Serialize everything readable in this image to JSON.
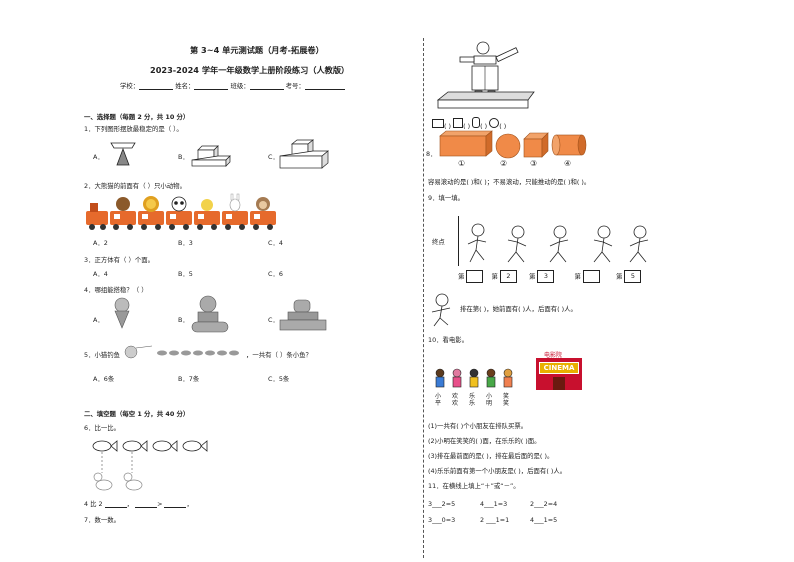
{
  "header": {
    "title": "第 3~4 单元测试题（月考-拓展卷）",
    "subtitle": "2023-2024 学年一年级数学上册阶段练习（人教版）",
    "fields": [
      "学校：",
      "姓名：",
      "班级：",
      "考号："
    ]
  },
  "section1": {
    "heading": "一、选择题（每题 2 分，共 10 分）",
    "q1": {
      "text": "1．下列图形摆放最稳定的是（    ）。",
      "options": [
        "A．",
        "B．",
        "C．"
      ]
    },
    "q2": {
      "text": "2．大熊猫的前面有（  ）只小动物。",
      "options": [
        "A．2",
        "B．3",
        "C．4"
      ]
    },
    "q3": {
      "text": "3．正方体有（    ）个面。",
      "options": [
        "A．4",
        "B．5",
        "C．6"
      ]
    },
    "q4": {
      "text": "4．哪组能搭稳？（    ）",
      "options": [
        "A．",
        "B．",
        "C．"
      ]
    },
    "q5": {
      "text_a": "5．小猫钓鱼",
      "text_b": "，一共有（   ）条小鱼？",
      "options": [
        "A．6条",
        "B．7条",
        "C．5条"
      ]
    }
  },
  "section2": {
    "heading": "二、填空题（每空 1 分，共 40 分）",
    "q6": {
      "text": "6．比一比。",
      "compare": "4 比 2",
      "gt": ">",
      "comma": "，"
    },
    "q7": {
      "text": "7．数一数。"
    }
  },
  "right": {
    "q8_label": "8．",
    "shape_numbers": [
      "①",
      "②",
      "③",
      "④"
    ],
    "roll_text": "容易滚动的是(          )和(          )；不易滚动，只能推动的是(          )和(          )。",
    "count_parens": [
      "(     )",
      "(     )",
      "(     )",
      "(     )"
    ],
    "q9": "9．填一填。",
    "finish_label": "终点",
    "ordinal_prefix": "第",
    "ordinal_boxes": [
      "",
      "2",
      "3",
      "",
      "5"
    ],
    "position_text": "排在第(        )，她前面有(        )人，后面有(        )人。",
    "q10": "10．看电影。",
    "cinema_top": "电影院",
    "cinema_sign": "CINEMA",
    "kids_names": [
      "小\n平",
      "欢\n欢",
      "乐\n乐",
      "小\n明",
      "笑\n笑"
    ],
    "q10_lines": [
      "(1)一共有(          )个小朋友在排队买票。",
      "(2)小明在笑笑的(          )面，在乐乐的(          )面。",
      "(3)排在最前面的是(          )，排在最后面的是(          )。",
      "(4)乐乐前面有第一个小朋友是(          )，后面有(          )人。"
    ],
    "q11": "11．在横线上填上“＋”或“－”。",
    "eq_row1": [
      "3___2=5",
      "4___1=3",
      "2___2=4"
    ],
    "eq_row2": [
      "3___0=3",
      "2 ___1=1",
      "4___1=5"
    ]
  },
  "colors": {
    "train": "#e66a2c",
    "train_dark": "#c24d1a",
    "cinema_red": "#c8102e",
    "sign": "#e8b000"
  }
}
